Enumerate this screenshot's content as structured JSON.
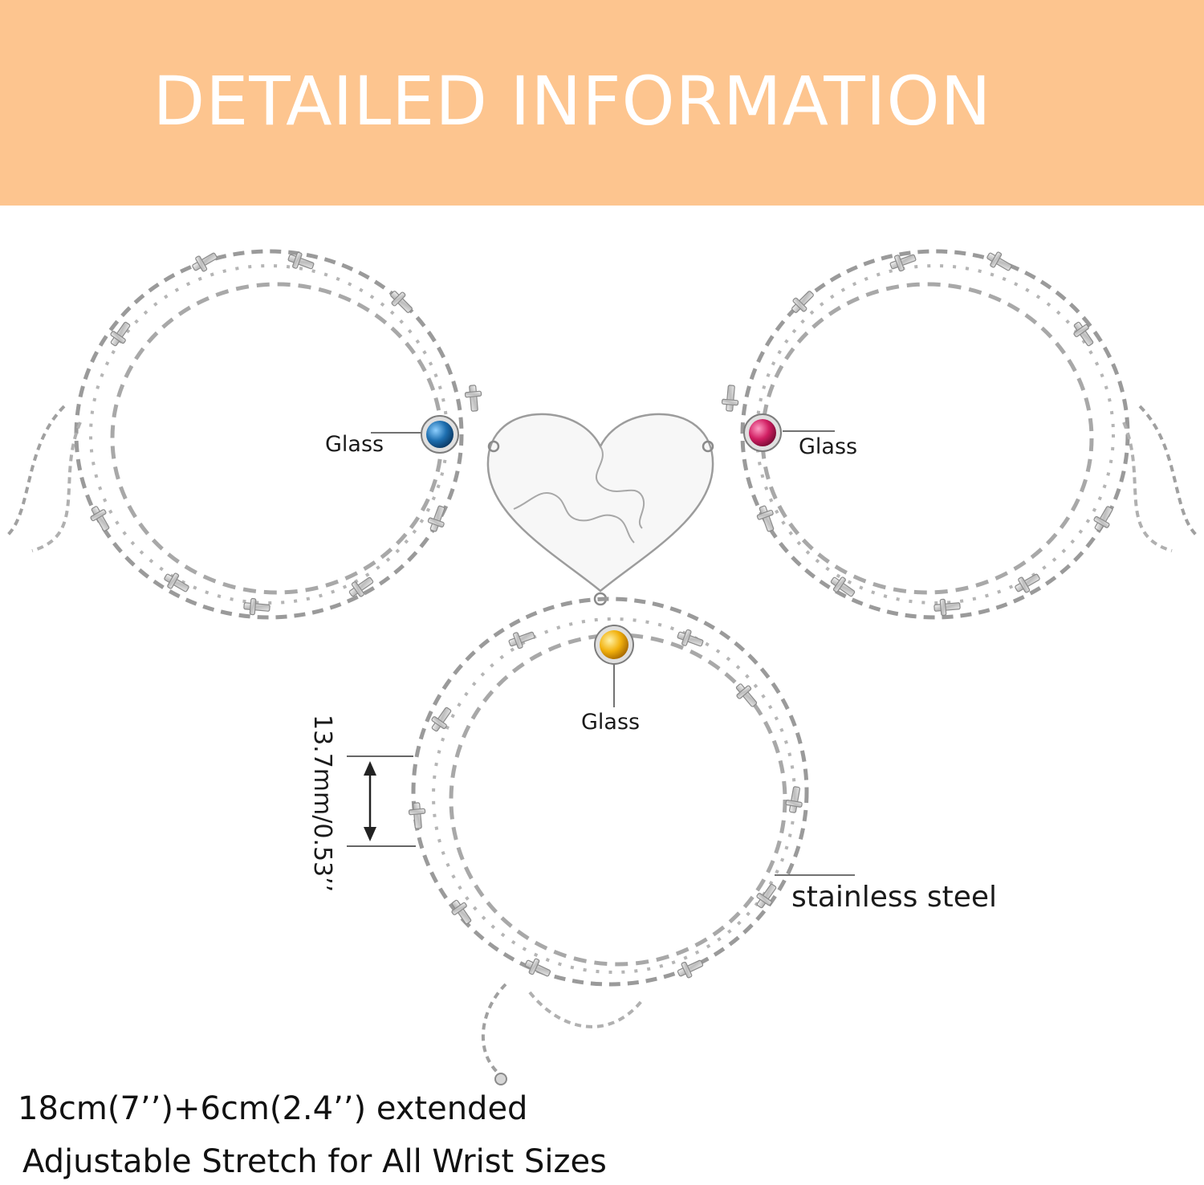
{
  "banner": {
    "title": "DETAILED INFORMATION",
    "background_color": "#fdc58f",
    "text_color": "#ffffff"
  },
  "labels": {
    "left_stone": "Glass",
    "right_stone": "Glass",
    "bottom_stone": "Glass",
    "material": "stainless steel",
    "width_measure": "13.7mm/0.53’’"
  },
  "size_info": {
    "length": "18cm(7’’)+6cm(2.4’’) extended",
    "adjustable": "Adjustable Stretch for All Wrist Sizes"
  },
  "stones": {
    "blue": "#1e6fb0",
    "pink": "#d11f63",
    "amber": "#f2b10d"
  },
  "pendant": {
    "shape": "heart",
    "pieces": 3,
    "style": "puzzle"
  }
}
